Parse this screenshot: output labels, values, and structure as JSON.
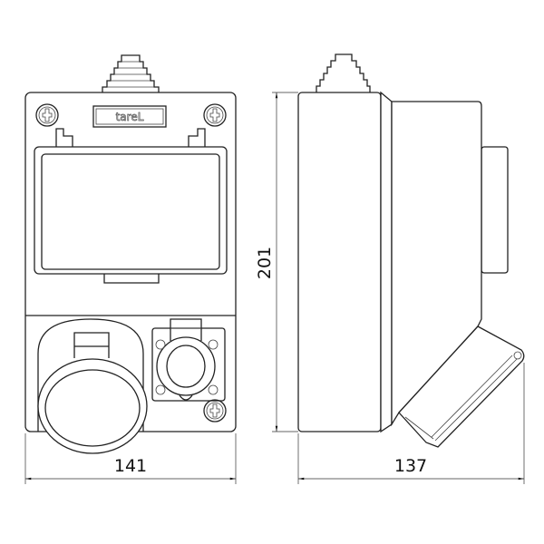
{
  "drawing": {
    "front_view": {
      "logo_text": "tareL",
      "width_label": "141"
    },
    "side_view": {
      "depth_label": "137",
      "height_label": "201"
    },
    "line_color": "#222222"
  }
}
